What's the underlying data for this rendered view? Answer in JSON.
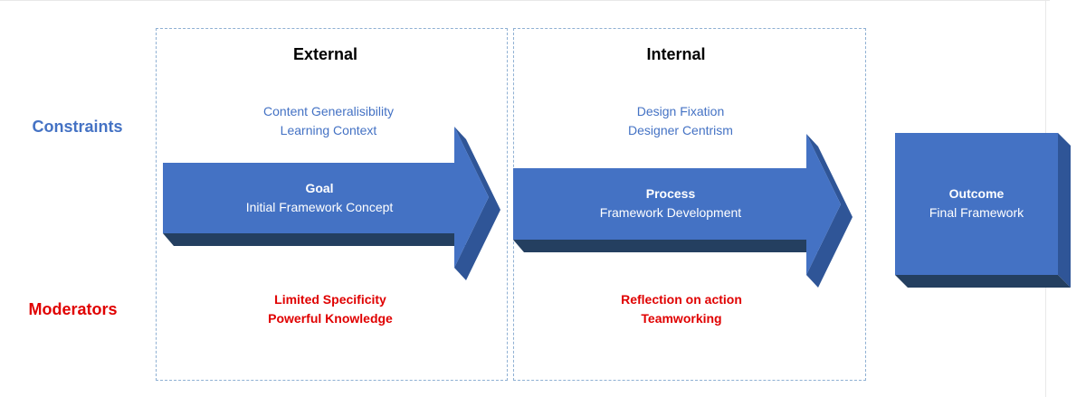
{
  "rows": {
    "constraints": "Constraints",
    "moderators": "Moderators"
  },
  "panels": {
    "external": {
      "title": "External",
      "constraints": [
        "Content Generalisibility",
        "Learning Context"
      ],
      "moderators": [
        "Limited Specificity",
        "Powerful Knowledge"
      ]
    },
    "internal": {
      "title": "Internal",
      "constraints": [
        "Design Fixation",
        "Designer Centrism"
      ],
      "moderators": [
        "Reflection on action",
        "Teamworking"
      ]
    }
  },
  "shapes": {
    "goal": {
      "title": "Goal",
      "subtitle": "Initial Framework Concept"
    },
    "process": {
      "title": "Process",
      "subtitle": "Framework Development"
    },
    "outcome": {
      "title": "Outcome",
      "subtitle": "Final Framework"
    }
  },
  "colors": {
    "constraints": "#4472c4",
    "moderators": "#e00000",
    "shape_face": "#4472c4",
    "shape_side": "#2f5597",
    "shape_bottom": "#243f60"
  }
}
